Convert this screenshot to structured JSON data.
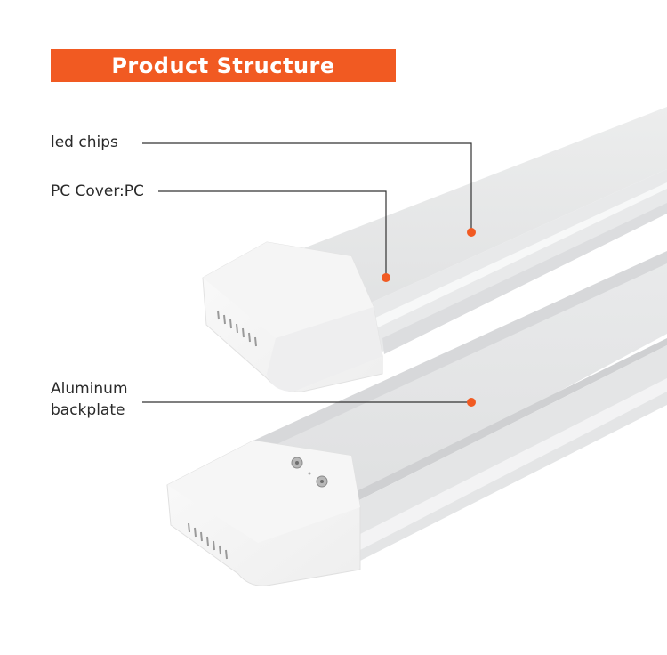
{
  "header": {
    "title": "Product Structure"
  },
  "colors": {
    "accent": "#f15a22",
    "callout_line": "#333333",
    "text": "#2a2a2a",
    "fixture_body": "#e6e7e8",
    "fixture_highlight": "#f4f5f6",
    "background": "#ffffff"
  },
  "callouts": [
    {
      "label": "led chips",
      "dot": [
        530,
        261
      ]
    },
    {
      "label": "PC Cover:PC",
      "dot": [
        434,
        312
      ]
    },
    {
      "label_line1": "Aluminum",
      "label_line2": "backplate",
      "dot": [
        530,
        452
      ]
    }
  ],
  "product": {
    "items": [
      "upper-led-batten-fixture",
      "lower-led-batten-fixture"
    ]
  }
}
